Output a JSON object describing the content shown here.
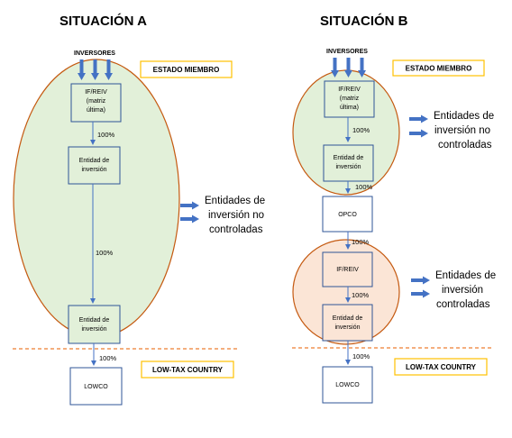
{
  "situacion_a": {
    "title": "SITUACIÓN A",
    "investors_label": "INVERSORES",
    "region_top": "ESTADO MIEMBRO",
    "region_bottom": "LOW-TAX COUNTRY",
    "box1_lines": [
      "IF/REIV",
      "(matriz",
      "última)"
    ],
    "pct1": "100%",
    "box2_lines": [
      "Entidad de",
      "inversión"
    ],
    "pct2": "100%",
    "box3_lines": [
      "Entidad de",
      "inversión"
    ],
    "pct3": "100%",
    "box4_lines": [
      "LOWCO"
    ],
    "side_lines": [
      "Entidades de",
      "inversión no",
      "controladas"
    ]
  },
  "situacion_b": {
    "title": "SITUACIÓN B",
    "investors_label": "INVERSORES",
    "region_top": "ESTADO MIEMBRO",
    "region_bottom": "LOW-TAX COUNTRY",
    "box1_lines": [
      "IF/REIV",
      "(matriz",
      "última)"
    ],
    "pct1": "100%",
    "box2_lines": [
      "Entidad de",
      "inversión"
    ],
    "pct2": "100%",
    "box_opco_lines": [
      "OPCO"
    ],
    "pct3": "100%",
    "box3_lines": [
      "IF/REIV"
    ],
    "pct4": "100%",
    "box4_lines": [
      "Entidad de",
      "inversión"
    ],
    "pct5": "100%",
    "box5_lines": [
      "LOWCO"
    ],
    "side1_lines": [
      "Entidades de",
      "inversión no",
      "controladas"
    ],
    "side2_lines": [
      "Entidades de",
      "inversión",
      "controladas"
    ]
  },
  "colors": {
    "green_fill": "#e2f0d9",
    "peach_fill": "#fbe5d6",
    "ellipse_stroke": "#c55a11",
    "arrow_blue": "#4472c4",
    "box_stroke": "#2f5597",
    "region_stroke": "#ffc000",
    "dash": "#ed7d31"
  }
}
